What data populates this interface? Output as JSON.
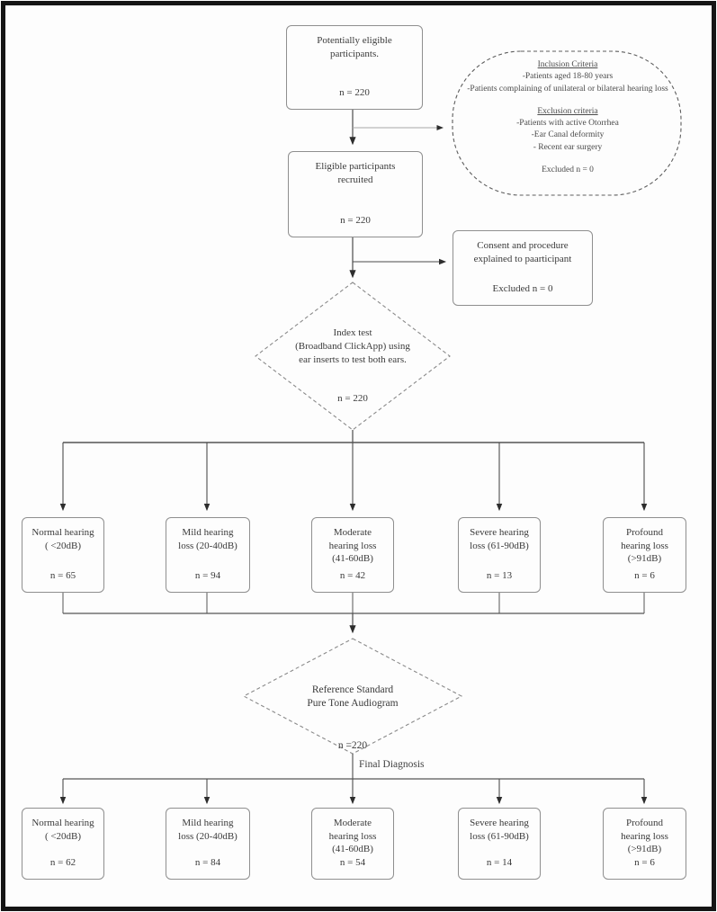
{
  "diagram": {
    "nodes": {
      "potentially_eligible": {
        "label": "Potentially eligible\nparticipants.",
        "n": "n = 220"
      },
      "criteria": {
        "inclusion_title": "Inclusion Criteria",
        "inclusion_item_1": "-Patients aged 18-80 years",
        "inclusion_item_2": "-Patients complaining of unilateral or bilateral hearing loss",
        "exclusion_title": "Exclusion criteria",
        "exclusion_item_1": "-Patients with active Otorrhea",
        "exclusion_item_2": "-Ear Canal deformity",
        "exclusion_item_3": "- Recent ear surgery",
        "excluded": "Excluded n =  0"
      },
      "eligible": {
        "label": "Eligible participants\nrecruited",
        "n": "n = 220"
      },
      "consent": {
        "label": "Consent and procedure\nexplained to paarticipant",
        "excluded": "Excluded n = 0"
      },
      "index_test": {
        "label": "Index test\n(Broadband ClickApp) using\near inserts to test both ears.",
        "n": "n = 220"
      },
      "reference_standard": {
        "label": "Reference Standard\nPure Tone Audiogram",
        "n": "n =220"
      },
      "final_diagnosis_label": "Final Diagnosis"
    },
    "index_results": [
      {
        "label": "Normal hearing\n( <20dB)",
        "n": "n = 65"
      },
      {
        "label": "Mild hearing\nloss (20-40dB)",
        "n": "n = 94"
      },
      {
        "label": "Moderate\nhearing loss\n(41-60dB)",
        "n": "n = 42"
      },
      {
        "label": "Severe hearing\nloss (61-90dB)",
        "n": "n = 13"
      },
      {
        "label": "Profound\nhearing loss\n(>91dB)",
        "n": "n = 6"
      }
    ],
    "final_results": [
      {
        "label": "Normal hearing\n( <20dB)",
        "n": "n = 62"
      },
      {
        "label": "Mild hearing\nloss (20-40dB)",
        "n": "n = 84"
      },
      {
        "label": "Moderate\nhearing loss\n(41-60dB)",
        "n": "n = 54"
      },
      {
        "label": "Severe hearing\nloss (61-90dB)",
        "n": "n = 14"
      },
      {
        "label": "Profound\nhearing loss\n(>91dB)",
        "n": "n = 6"
      }
    ]
  }
}
